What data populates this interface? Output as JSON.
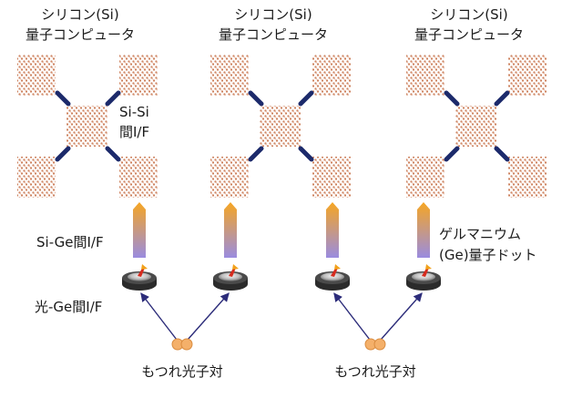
{
  "computers": [
    {
      "title_line1": "シリコン(Si)",
      "title_line2": "量子コンピュータ"
    },
    {
      "title_line1": "シリコン(Si)",
      "title_line2": "量子コンピュータ"
    },
    {
      "title_line1": "シリコン(Si)",
      "title_line2": "量子コンピュータ"
    }
  ],
  "labels": {
    "si_si_line1": "Si-Si",
    "si_si_line2": "間I/F",
    "si_ge": "Si-Ge間I/F",
    "ge_line1": "ゲルマニウム",
    "ge_line2": "(Ge)量子ドット",
    "photon_ge": "光-Ge間I/F",
    "pair_left": "もつれ光子対",
    "pair_right": "もつれ光子対"
  },
  "colors": {
    "atom": "#c8764f",
    "link": "#1c2a6b",
    "arrow_top": "#f6a623",
    "arrow_bottom": "#9a8ce0",
    "photon_line": "#2c2c7a",
    "photon_source": "#f4b06a",
    "dot_dark": "#2b2b2b"
  }
}
